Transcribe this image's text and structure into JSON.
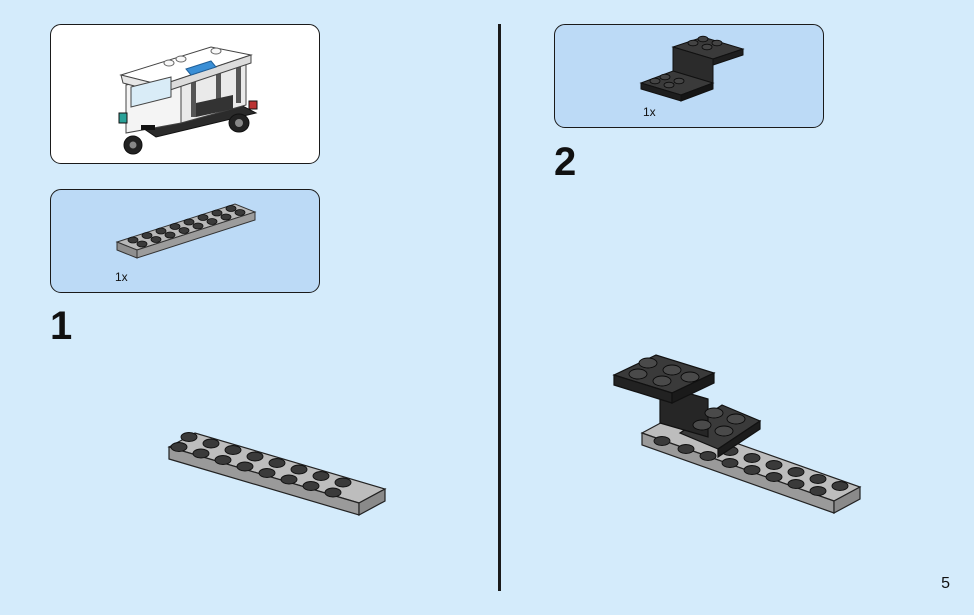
{
  "steps": [
    {
      "number": "1",
      "part_quantity": "1x"
    },
    {
      "number": "2",
      "part_quantity": "1x"
    }
  ],
  "page_number": "5",
  "colors": {
    "background": "#d4ebfb",
    "parts_panel": "#bcdaf6",
    "light_gray_brick": "#a3a3a3",
    "black_brick": "#2b2b2b",
    "accent_blue": "#3a8fd6"
  },
  "icons": {
    "model": "tuk-tuk-vehicle-icon",
    "step1_part": "gray-plate-2x8-icon",
    "step2_part": "black-bracket-icon"
  }
}
